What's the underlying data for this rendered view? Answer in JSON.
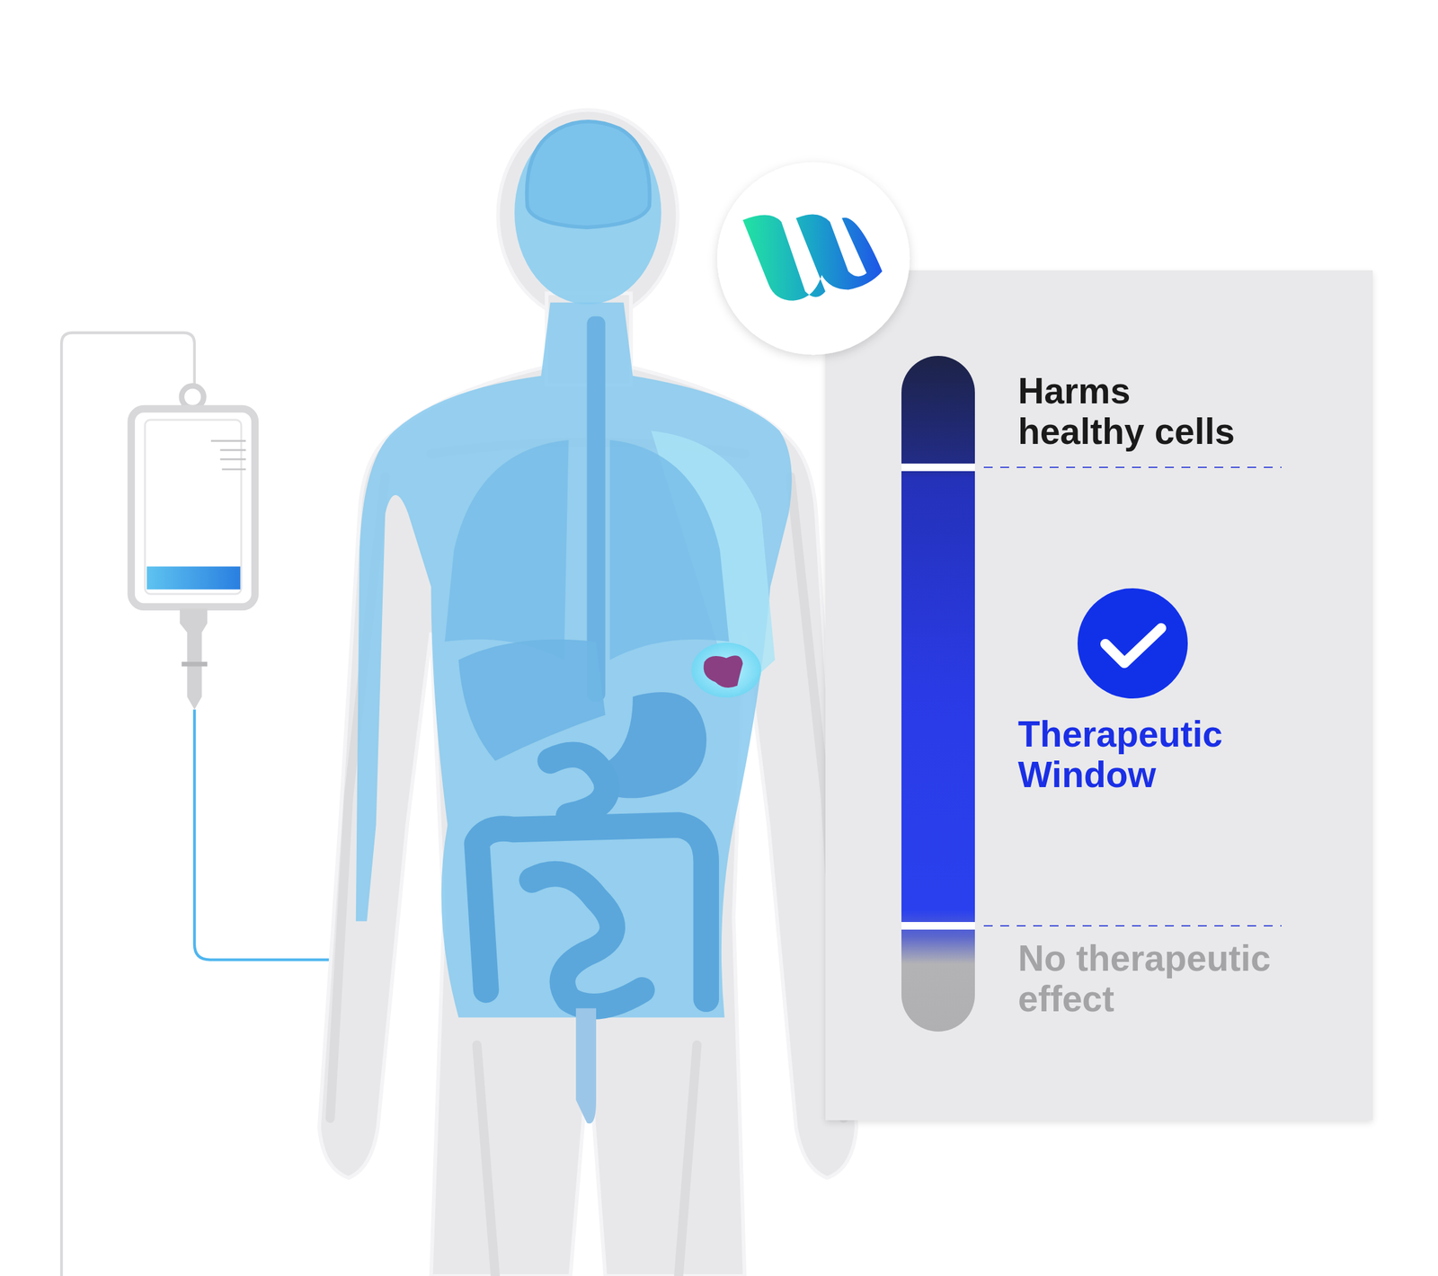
{
  "diagram": {
    "nodes": [
      {
        "text": [
          "Harms healthy cells",
          "Therapeutic Window",
          "No therapeutic effect"
        ]
      }
    ]
  }
}
